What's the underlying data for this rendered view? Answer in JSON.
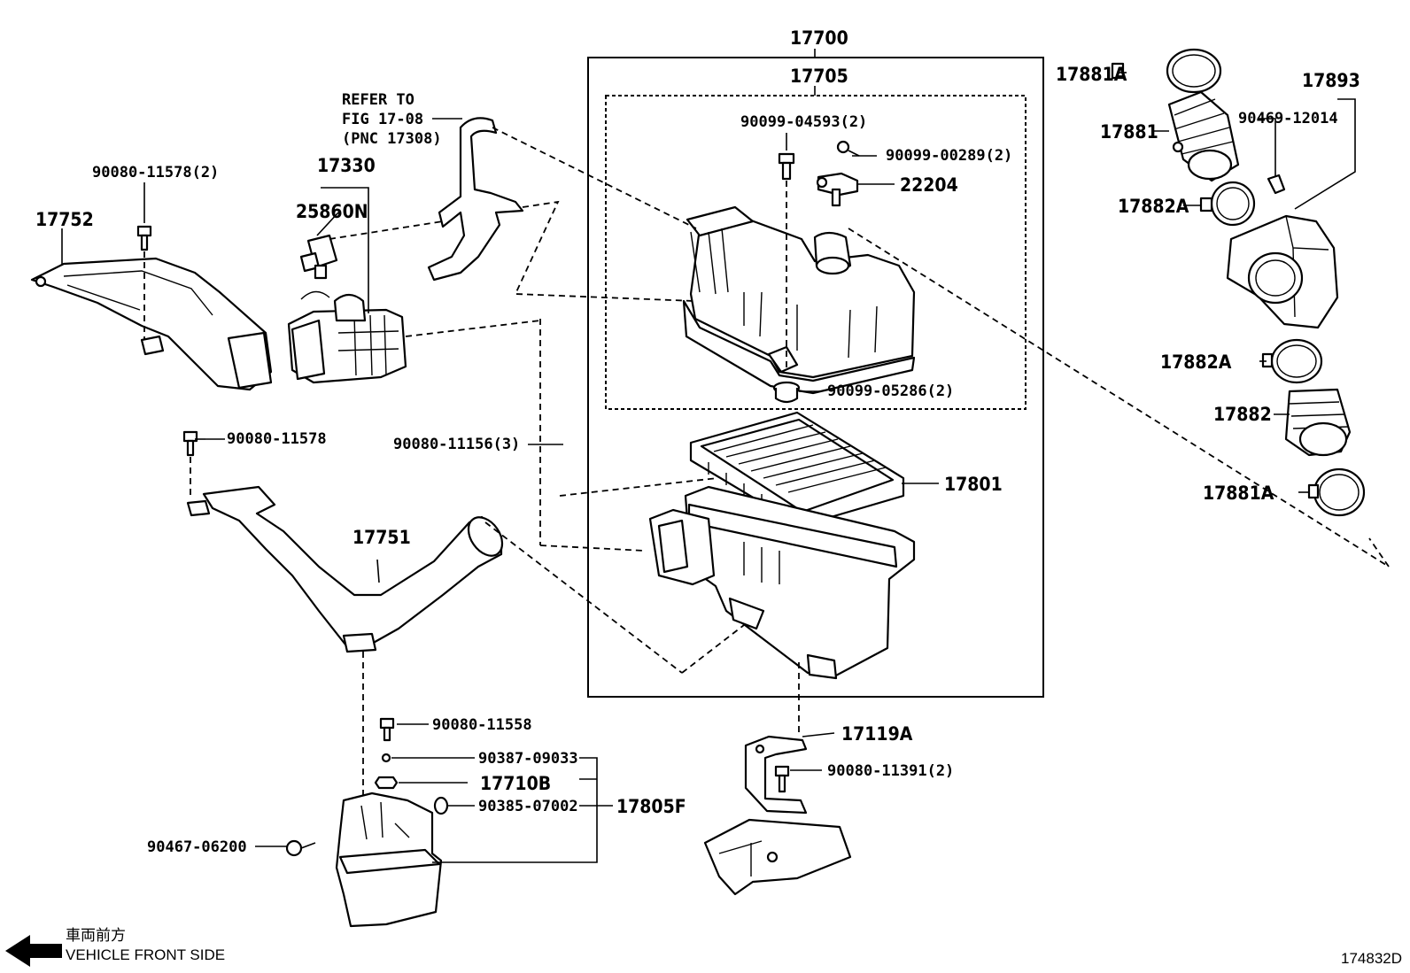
{
  "labels": {
    "p17700": "17700",
    "p17705": "17705",
    "p17881A_top": "17881A",
    "p17893": "17893",
    "p17881": "17881",
    "p90469_12014": "90469-12014",
    "p17882A_top": "17882A",
    "p17882A_mid": "17882A",
    "p17882": "17882",
    "p17881A_bot": "17881A",
    "p90099_04593": "90099-04593(2)",
    "p90099_00289": "90099-00289(2)",
    "p22204": "22204",
    "p90099_05286": "90099-05286(2)",
    "p17801": "17801",
    "p90080_11156": "90080-11156(3)",
    "p17119A": "17119A",
    "p90080_11391": "90080-11391(2)",
    "p17330": "17330",
    "p25860N": "25860N",
    "p90080_11578_2": "90080-11578(2)",
    "p17752": "17752",
    "p90080_11578": "90080-11578",
    "p17751": "17751",
    "p90080_11558": "90080-11558",
    "p90387_09033": "90387-09033",
    "p17710B": "17710B",
    "p90385_07002": "90385-07002",
    "p17805F": "17805F",
    "p90467_06200": "90467-06200"
  },
  "reference": {
    "line1": "REFER TO",
    "line2": "FIG 17-08",
    "line3": "(PNC 17308)"
  },
  "footer": {
    "direction_jp": "車両前方",
    "direction_en": "VEHICLE FRONT SIDE",
    "diagram_id": "174832D"
  }
}
